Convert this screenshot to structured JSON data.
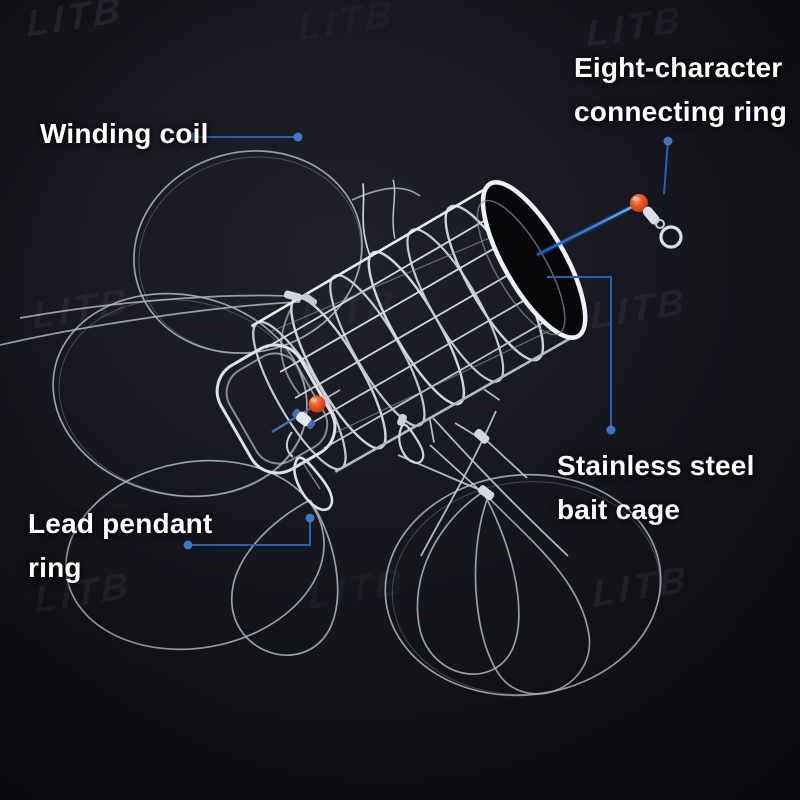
{
  "labels": {
    "winding_coil": "Winding coil",
    "eight_character_line1": "Eight-character",
    "eight_character_line2": "connecting ring",
    "stainless_line1": "Stainless steel",
    "stainless_line2": "bait cage",
    "lead_pendant_line1": "Lead pendant",
    "lead_pendant_line2": "ring"
  },
  "watermark": {
    "text": "LITB"
  },
  "colors": {
    "background": "#17171f",
    "label_text": "#ffffff",
    "callout_line": "#2d5fae",
    "callout_dot": "#3f74c8",
    "main_line_blue": "#3b82e0",
    "bead_orange": "#e84e20",
    "wire_silver": "#cdd3dc"
  }
}
